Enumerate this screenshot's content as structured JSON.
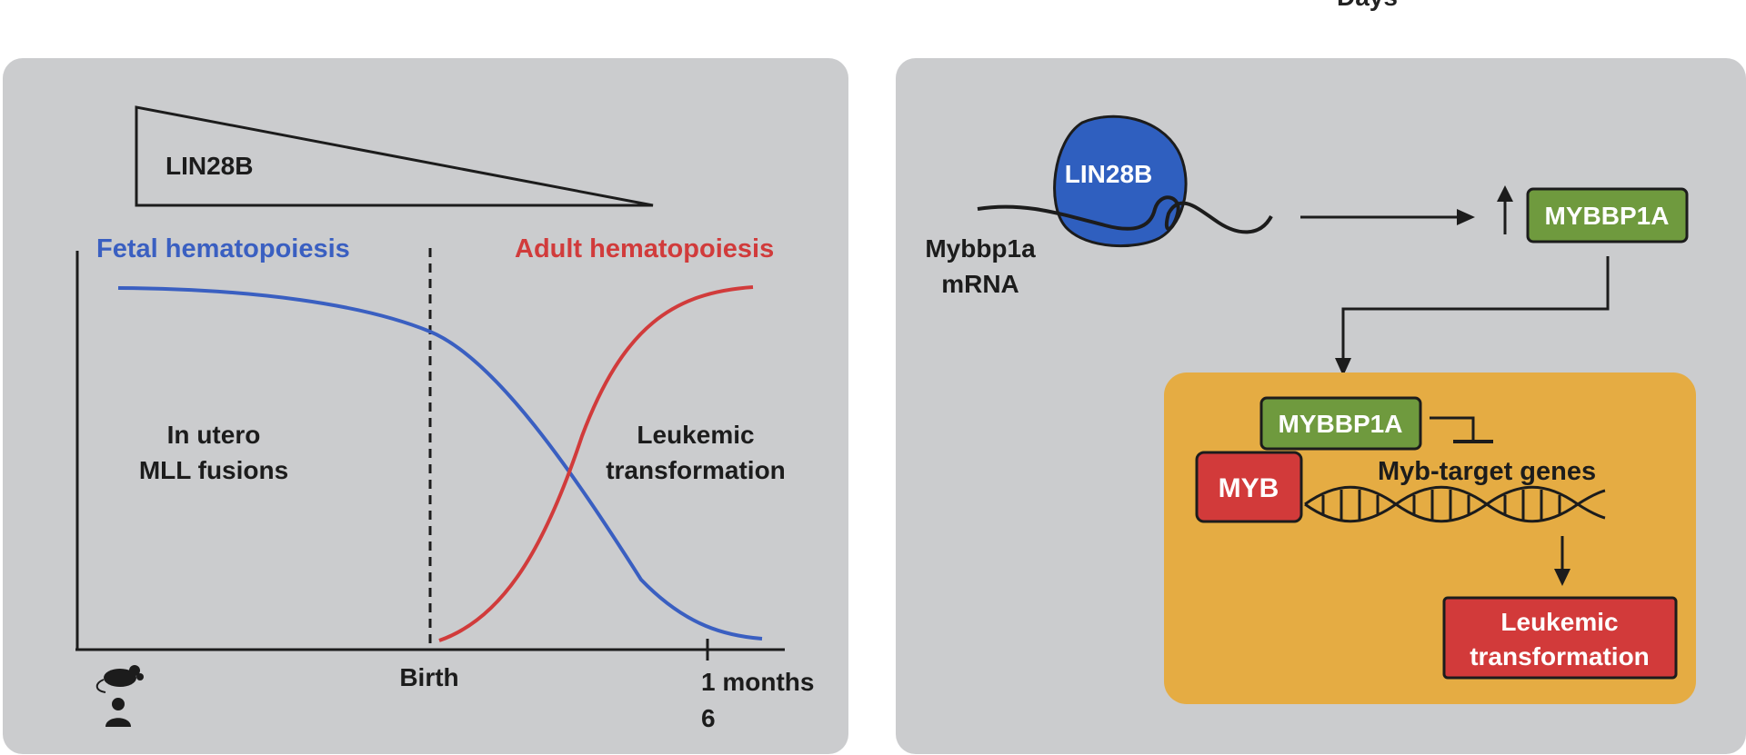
{
  "top_cut_text": "Days",
  "left_panel": {
    "gradient_label": "LIN28B",
    "fetal_label": "Fetal hematopoiesis",
    "adult_label": "Adult hematopoiesis",
    "in_utero_line1": "In utero",
    "in_utero_line2": "MLL fusions",
    "leukemic_line1": "Leukemic",
    "leukemic_line2": "transformation",
    "x_birth": "Birth",
    "x_tick_upper": "1 months",
    "x_tick_lower": "6",
    "icons": [
      "mouse-icon",
      "human-icon"
    ],
    "colors": {
      "fetal": "#3a5fc1",
      "adult": "#d13b3b",
      "panel": "#cbccce"
    }
  },
  "right_panel": {
    "lin28b_label": "LIN28B",
    "mrna_line1": "Mybbp1a",
    "mrna_line2": "mRNA",
    "mybbp1a_top": "MYBBP1A",
    "mybbp1a_complex": "MYBBP1A",
    "myb_label": "MYB",
    "target_genes": "Myb-target genes",
    "leukemic_line1": "Leukemic",
    "leukemic_line2": "transformation",
    "colors": {
      "blue_blob": "#2f5fbf",
      "green_box": "#6f9a3e",
      "red_box": "#d23a3a",
      "nucleus": "#e5ac43"
    }
  }
}
